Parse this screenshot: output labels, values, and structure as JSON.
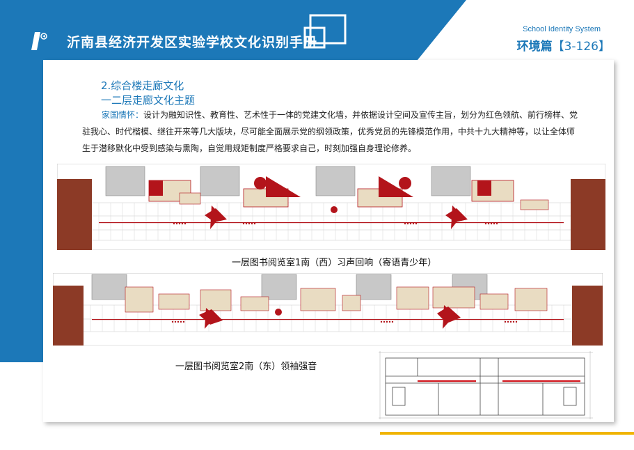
{
  "header": {
    "title": "沂南县经济开发区实验学校文化识别手册",
    "english_label": "School Identity System",
    "section_name": "环境篇",
    "page_ref": "【3-126】"
  },
  "content": {
    "heading_1": "2.综合楼走廊文化",
    "heading_2": "一二层走廊文化主题",
    "lead": "家国情怀：",
    "body": "设计为融知识性、教育性、艺术性于一体的党建文化墙，并依据设计空间及宣传主旨，划分为红色领航、前行榜样、党驻我心、时代楷模、继往开来等几大版块，尽可能全面展示党的纲领政策，优秀党员的先锋模范作用，中共十九大精神等，以让全体师生于潜移默化中受到感染与熏陶，自觉用规矩制度严格要求自己，时刻加强自身理论修养。"
  },
  "elevation_1": {
    "caption": "一层图书阅览室1南（西）习声回响（寄语青少年）"
  },
  "elevation_2": {
    "caption": "一层图书阅览室2南（东）领袖强音"
  },
  "colors": {
    "brand_blue": "#1c78b8",
    "party_red": "#b3141b",
    "wall_brown": "#8c3a26",
    "accent_yellow": "#f0b400"
  }
}
